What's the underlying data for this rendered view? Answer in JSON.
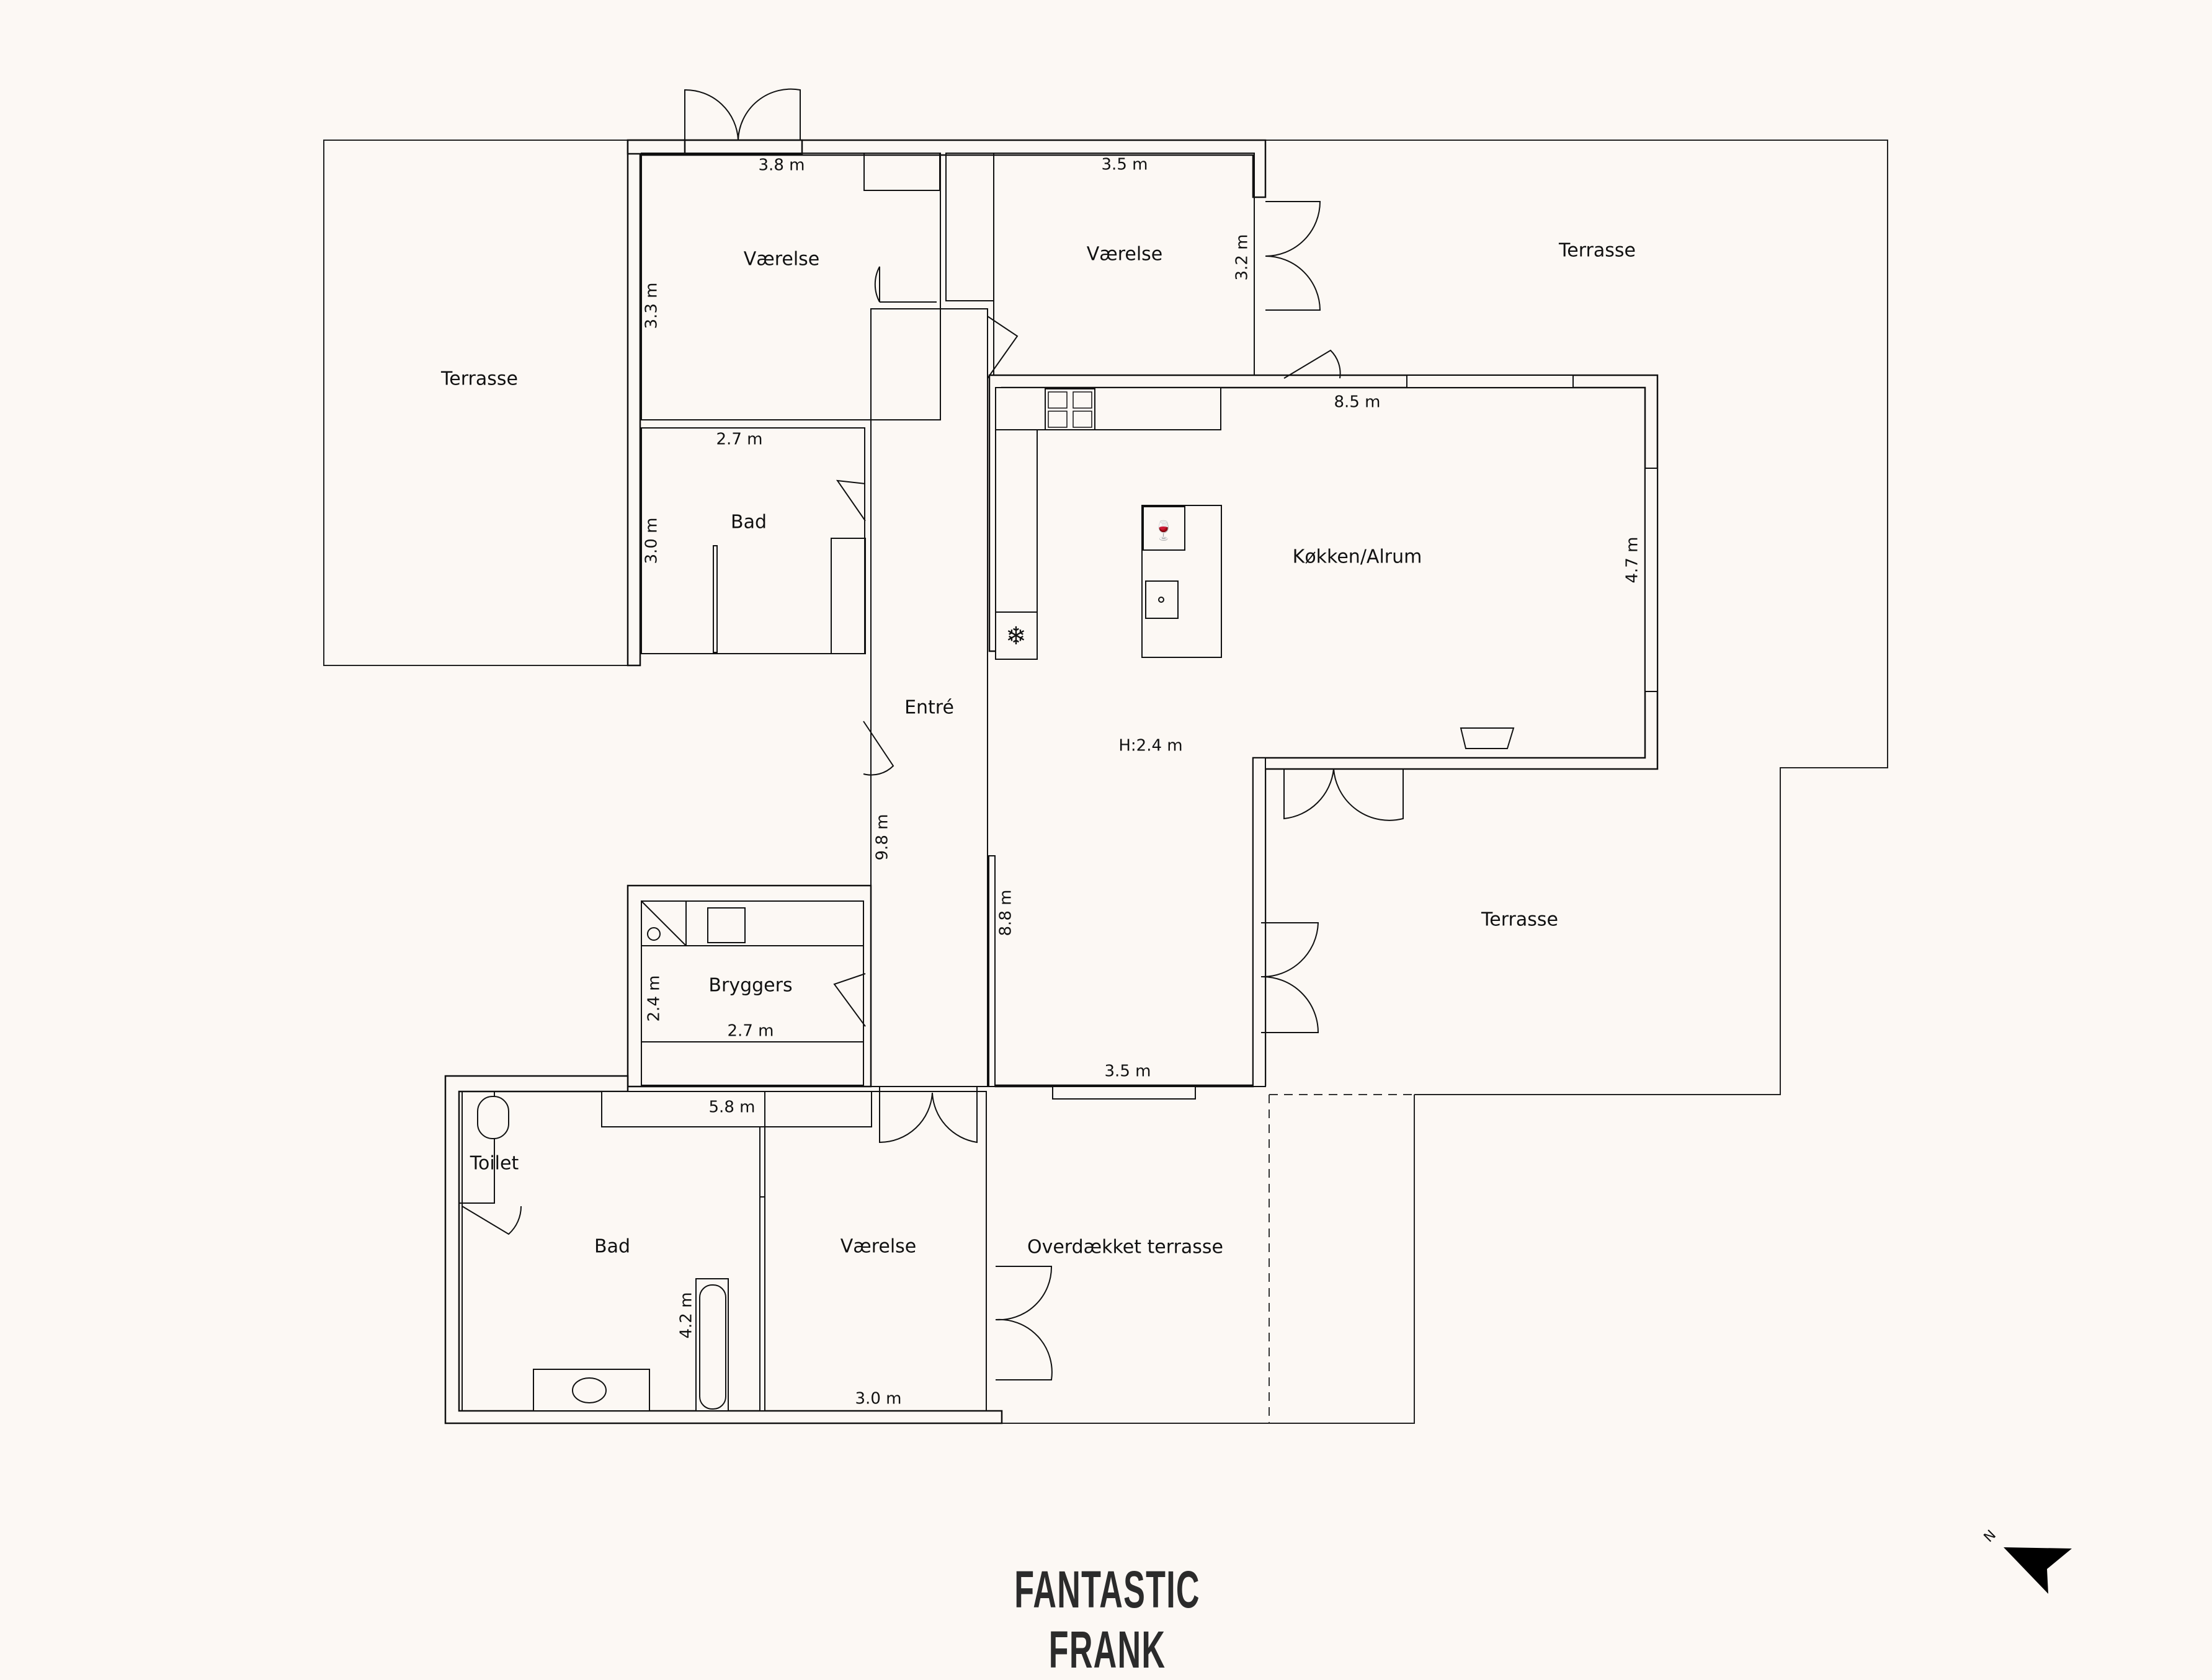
{
  "brand": "FANTASTIC FRANK",
  "compass": {
    "label": "N"
  },
  "ceiling_height": "H:2.4 m",
  "rooms": {
    "terrasse_west": "Terrasse",
    "vaerelse_nw": "Værelse",
    "vaerelse_n": "Værelse",
    "terrasse_ne": "Terrasse",
    "bad_n": "Bad",
    "koekken": "Køkken/Alrum",
    "entre": "Entré",
    "bryggers": "Bryggers",
    "terrasse_se": "Terrasse",
    "toilet": "Toilet",
    "bad_s": "Bad",
    "vaerelse_s": "Værelse",
    "overdaekket": "Overdækket terrasse"
  },
  "dimensions": {
    "vaerelse_nw_w": "3.8 m",
    "vaerelse_nw_h": "3.3 m",
    "vaerelse_n_w": "3.5 m",
    "vaerelse_n_h": "3.2 m",
    "bad_n_w": "2.7 m",
    "bad_n_h": "3.0 m",
    "koekken_w": "8.5 m",
    "koekken_h": "4.7 m",
    "entre_h": "9.8 m",
    "alrum_h": "8.8 m",
    "alrum_w": "3.5 m",
    "bryggers_h": "2.4 m",
    "bryggers_w": "2.7 m",
    "bad_s_w": "5.8 m",
    "bad_s_h": "4.2 m",
    "vaerelse_s_w": "3.0 m"
  }
}
